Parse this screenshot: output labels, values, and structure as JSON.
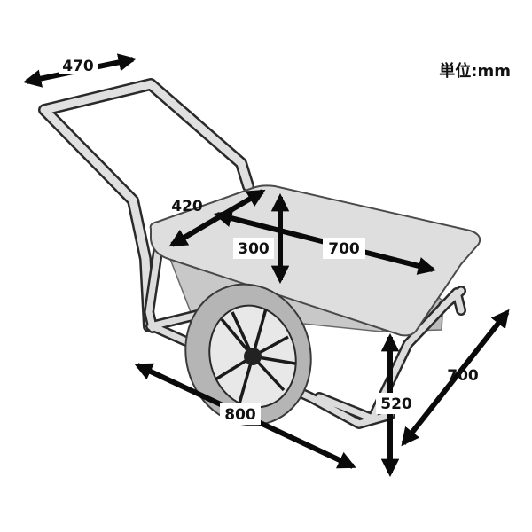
{
  "unit_label": "単位:mm",
  "dimensions": {
    "handle_width": "470",
    "box_depth": "420",
    "box_height": "300",
    "box_length": "700",
    "overall_length": "800",
    "overall_height": "520",
    "overall_width": "700"
  },
  "colors": {
    "outline": "#2a2a2a",
    "frame_fill": "#d9d9d9",
    "box_fill": "#c8c8c8",
    "lid_fill": "#dedede",
    "arrow": "#0a0a0a"
  }
}
